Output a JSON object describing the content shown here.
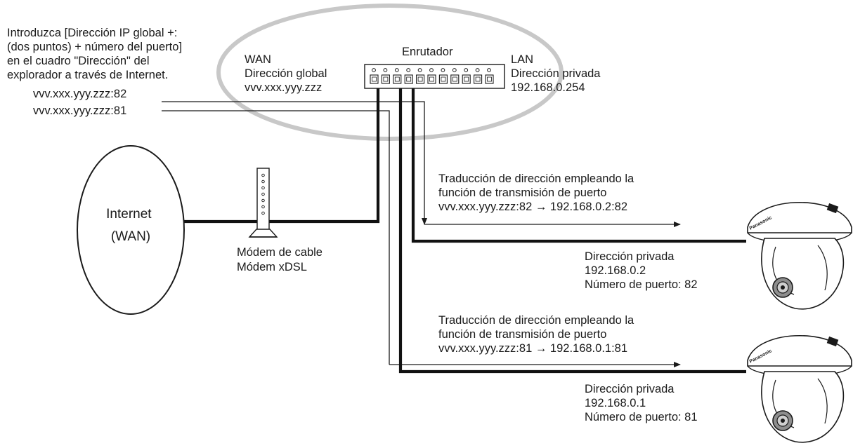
{
  "instruction": {
    "lines": [
      "Introduzca [Dirección IP global +:",
      "(dos puntos) + número del puerto]",
      "en el cuadro \"Dirección\" del",
      "explorador a través de Internet."
    ]
  },
  "urls": {
    "port82": "vvv.xxx.yyy.zzz:82",
    "port81": "vvv.xxx.yyy.zzz:81"
  },
  "wan": {
    "title": "WAN",
    "label": "Dirección global",
    "address": "vvv.xxx.yyy.zzz"
  },
  "router": {
    "label": "Enrutador",
    "port_count": 11
  },
  "lan": {
    "title": "LAN",
    "label": "Dirección privada",
    "address": "192.168.0.254"
  },
  "internet": {
    "line1": "Internet",
    "line2": "(WAN)"
  },
  "modem": {
    "line1": "Módem de cable",
    "line2": "Módem xDSL"
  },
  "translation82": {
    "line1": "Traducción de dirección empleando la",
    "line2": "función de transmisión de puerto",
    "line3": "vvv.xxx.yyy.zzz:82 → 192.168.0.2:82"
  },
  "translation81": {
    "line1": "Traducción de dirección empleando la",
    "line2": "función de transmisión de puerto",
    "line3": "vvv.xxx.yyy.zzz:81 → 192.168.0.1:81"
  },
  "camera82": {
    "label": "Dirección privada",
    "address": "192.168.0.2",
    "port": "Número de puerto: 82",
    "brand": "Panasonic"
  },
  "camera81": {
    "label": "Dirección privada",
    "address": "192.168.0.1",
    "port": "Número de puerto: 81",
    "brand": "Panasonic"
  },
  "colors": {
    "line": "#111111",
    "ellipse": "#c8c8c8"
  }
}
